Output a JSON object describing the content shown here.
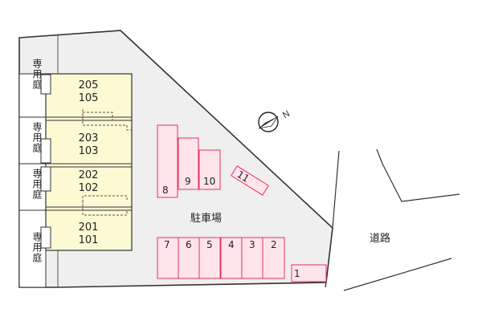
{
  "site": {
    "colors": {
      "lot": "#efefef",
      "building": "#fbfad3",
      "stall_fill": "#ffe4ec",
      "stall_stroke": "#e8325a",
      "line": "#333333"
    },
    "private_garden_label": "専用庭",
    "parking_lot_label": "駐車場",
    "road_label": "道路",
    "north_label": "N",
    "compass_icon": "north-arrow-icon"
  },
  "building": {
    "units": [
      {
        "top": "205",
        "bottom": "105"
      },
      {
        "top": "203",
        "bottom": "103"
      },
      {
        "top": "202",
        "bottom": "102"
      },
      {
        "top": "201",
        "bottom": "101"
      }
    ]
  },
  "parking": {
    "stalls": [
      "1",
      "2",
      "3",
      "4",
      "5",
      "6",
      "7",
      "8",
      "9",
      "10",
      "11"
    ]
  }
}
